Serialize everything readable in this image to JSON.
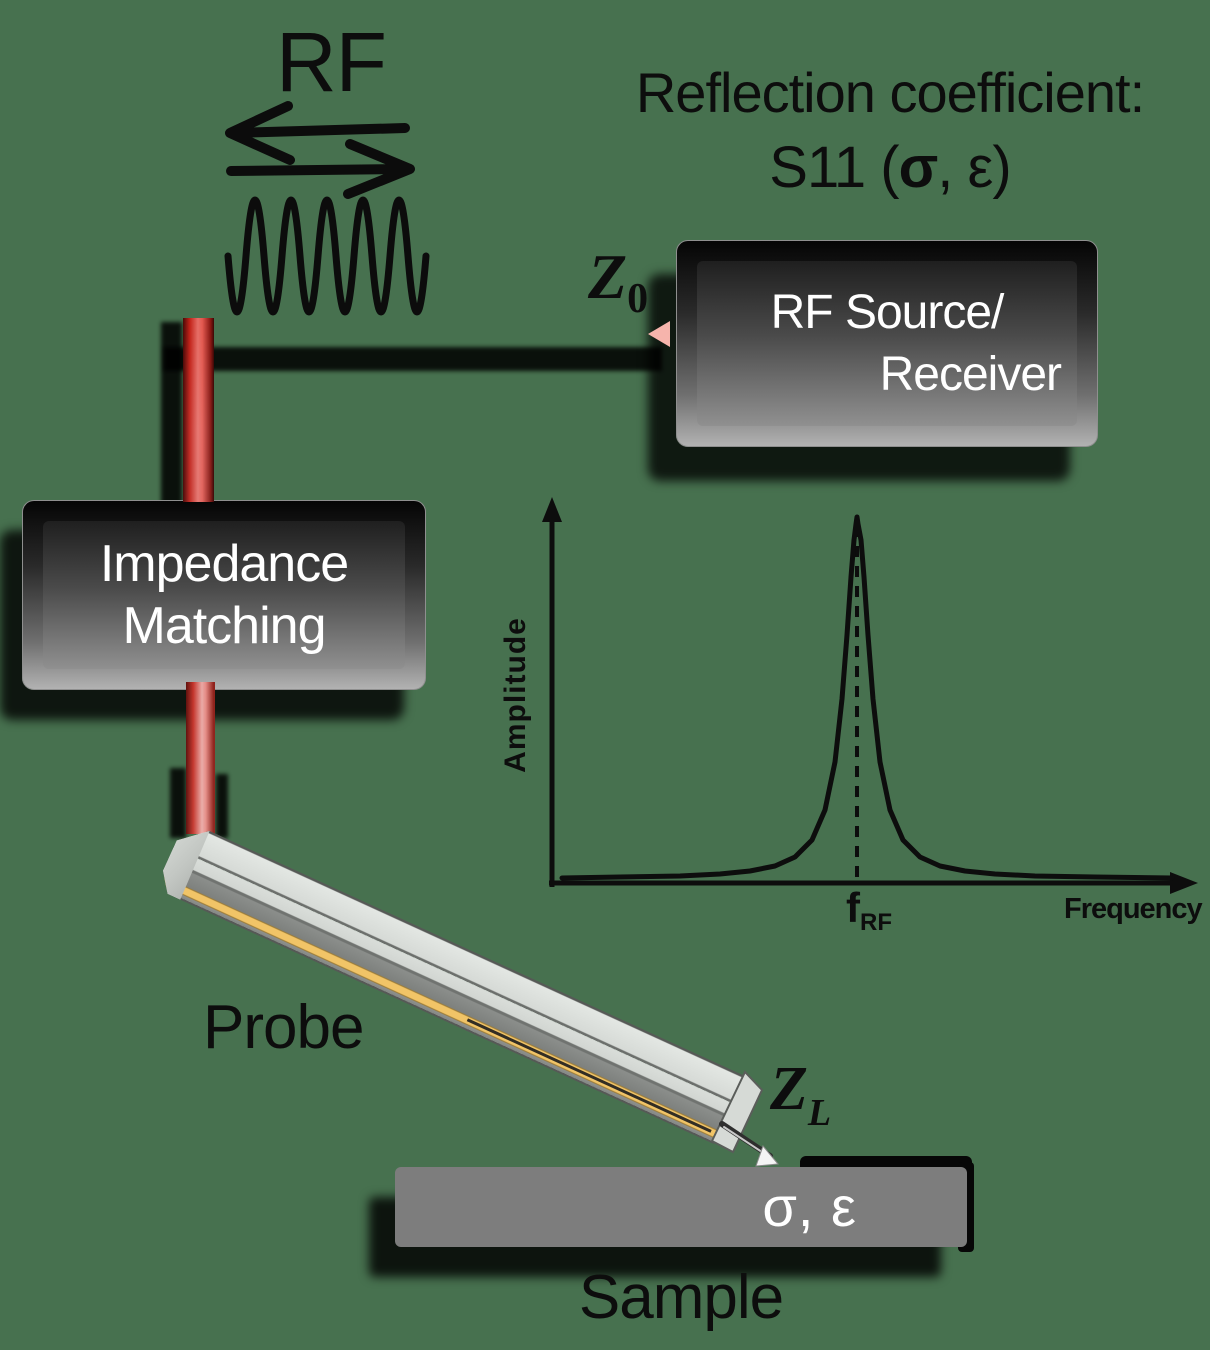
{
  "background_color": "#47714F",
  "rf_signal": {
    "label": "RF"
  },
  "reflection_title": {
    "line1": "Reflection coefficient:",
    "s11_prefix": "S11 (",
    "sigma": "σ",
    "comma": ", ",
    "epsilon": "ε",
    "close_paren": ")"
  },
  "transmission_line": {
    "z0_symbol": "Z",
    "z0_subscript": "0",
    "bright_color": "#e4564d",
    "dark_edge_color": "#2a0000"
  },
  "rf_source_box": {
    "line1": "RF Source/",
    "line2": "Receiver"
  },
  "impedance_box": {
    "line1": "Impedance",
    "line2": "Matching"
  },
  "chart_data": {
    "type": "line",
    "title": "",
    "xlabel": "Frequency",
    "ylabel": "Amplitude",
    "peak_label_base": "f",
    "peak_label_subscript": "RF",
    "curve_shape": "narrow Lorentzian resonance peak rising from a flat baseline",
    "peak_center_frac": 0.47,
    "half_width_frac": 0.025,
    "baseline_value": 0,
    "peak_height": 1,
    "grid": false,
    "axes_have_arrowheads": true,
    "peak_marked_with": "vertical dashed line at peak center"
  },
  "probe": {
    "label": "Probe",
    "zl_symbol": "Z",
    "zl_subscript": "L",
    "body_color": "#d6dad6",
    "gold_stripe_color": "#f1c467"
  },
  "sample": {
    "label": "Sample",
    "surface_label": "σ, ε",
    "bar_color": "#7d7d7d"
  }
}
